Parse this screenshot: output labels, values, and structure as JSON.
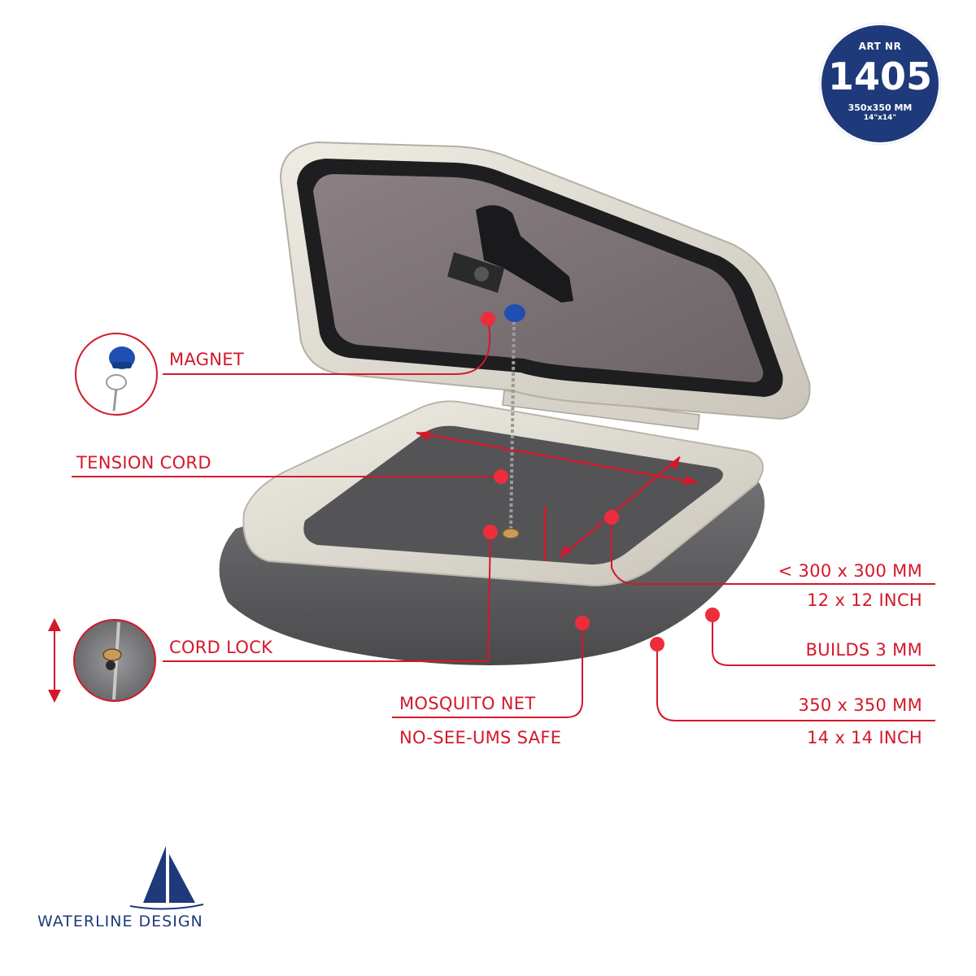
{
  "badge": {
    "art_label": "ART NR",
    "number": "1405",
    "size_mm": "350x350 MM",
    "size_in": "14\"x14\""
  },
  "callouts": {
    "magnet": "MAGNET",
    "tension_cord": "TENSION CORD",
    "cord_lock": "CORD LOCK",
    "mosquito_net": "MOSQUITO NET",
    "no_see_ums": "NO-SEE-UMS SAFE",
    "inner_mm": "< 300 x 300 MM",
    "inner_in": "12 x 12 INCH",
    "builds": "BUILDS 3 MM",
    "outer_mm": "350 x 350 MM",
    "outer_in": "14 x 14 INCH"
  },
  "brand": {
    "name": "WATERLINE DESIGN"
  },
  "colors": {
    "accent_red": "#d3182a",
    "brand_blue": "#1f3a7a",
    "frame": "#e3e0d6",
    "lens": "#7d7478",
    "flange": "#5c5c5e"
  },
  "icons": [
    "magnet-icon",
    "cord-lock-icon",
    "sailboat-logo-icon",
    "vertical-arrow-icon"
  ]
}
